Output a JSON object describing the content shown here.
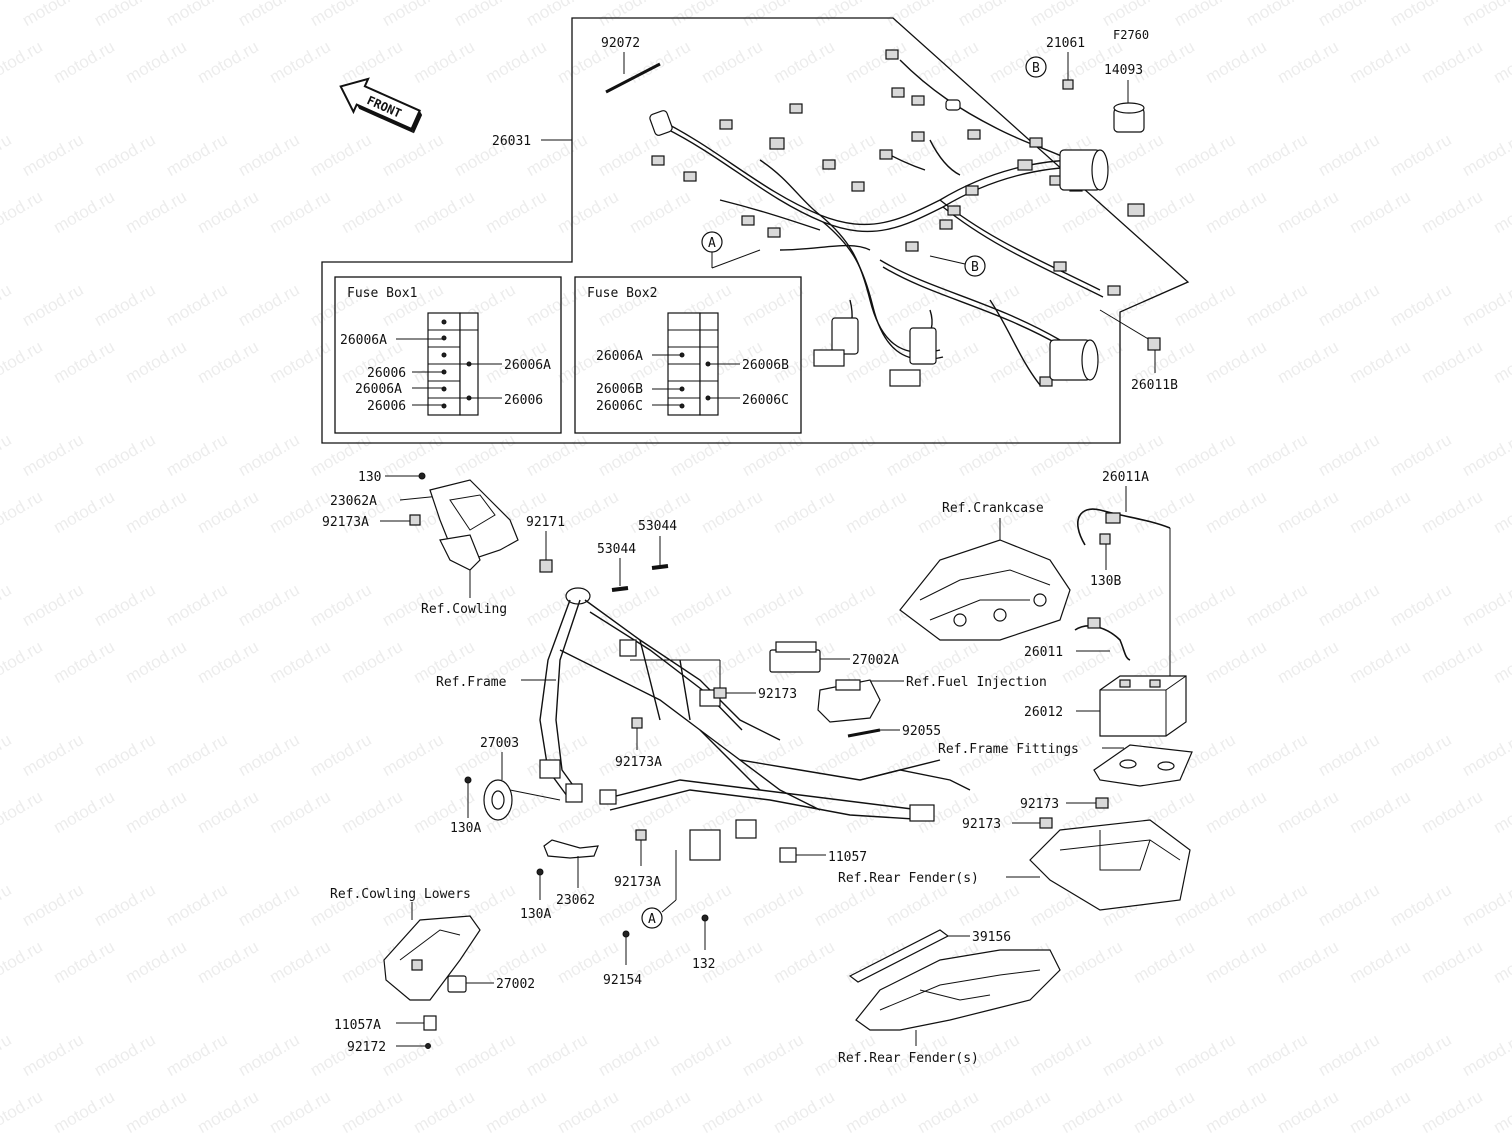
{
  "watermark": "motod.ru",
  "diagram_code": "F2760",
  "front_arrow": "FRONT",
  "fuse_box1": {
    "title": "Fuse Box1",
    "labels": [
      "26006A",
      "26006",
      "26006A",
      "26006",
      "26006A",
      "26006"
    ]
  },
  "fuse_box2": {
    "title": "Fuse Box2",
    "labels": [
      "26006A",
      "26006B",
      "26006B",
      "26006C",
      "26006C"
    ]
  },
  "callouts": {
    "p92072": "92072",
    "p21061": "21061",
    "p14093": "14093",
    "p26031": "26031",
    "p26011B": "26011B",
    "p130": "130",
    "p23062A": "23062A",
    "p92173A_top": "92173A",
    "p92171": "92171",
    "p53044_a": "53044",
    "p53044_b": "53044",
    "p26011A": "26011A",
    "p130B": "130B",
    "p27002A": "27002A",
    "p92173_mid": "92173",
    "p26011": "26011",
    "p26012": "26012",
    "p92055": "92055",
    "p27003": "27003",
    "p92173A_mid": "92173A",
    "p130A_left": "130A",
    "p92173_r1": "92173",
    "p92173_r2": "92173",
    "p11057": "11057",
    "p23062": "23062",
    "p130A_bottom": "130A",
    "p92173A_bottom": "92173A",
    "p39156": "39156",
    "p132": "132",
    "p92154": "92154",
    "p27002": "27002",
    "p11057A": "11057A",
    "p92172": "92172"
  },
  "refs": {
    "cowling": "Ref.Cowling",
    "frame": "Ref.Frame",
    "crankcase": "Ref.Crankcase",
    "fuel_injection": "Ref.Fuel Injection",
    "frame_fittings": "Ref.Frame Fittings",
    "rear_fender_1": "Ref.Rear Fender(s)",
    "rear_fender_2": "Ref.Rear Fender(s)",
    "cowling_lowers": "Ref.Cowling Lowers"
  },
  "circle_markers": {
    "a_harness": "A",
    "a_lower": "A",
    "b_harness": "B",
    "b_top": "B"
  }
}
